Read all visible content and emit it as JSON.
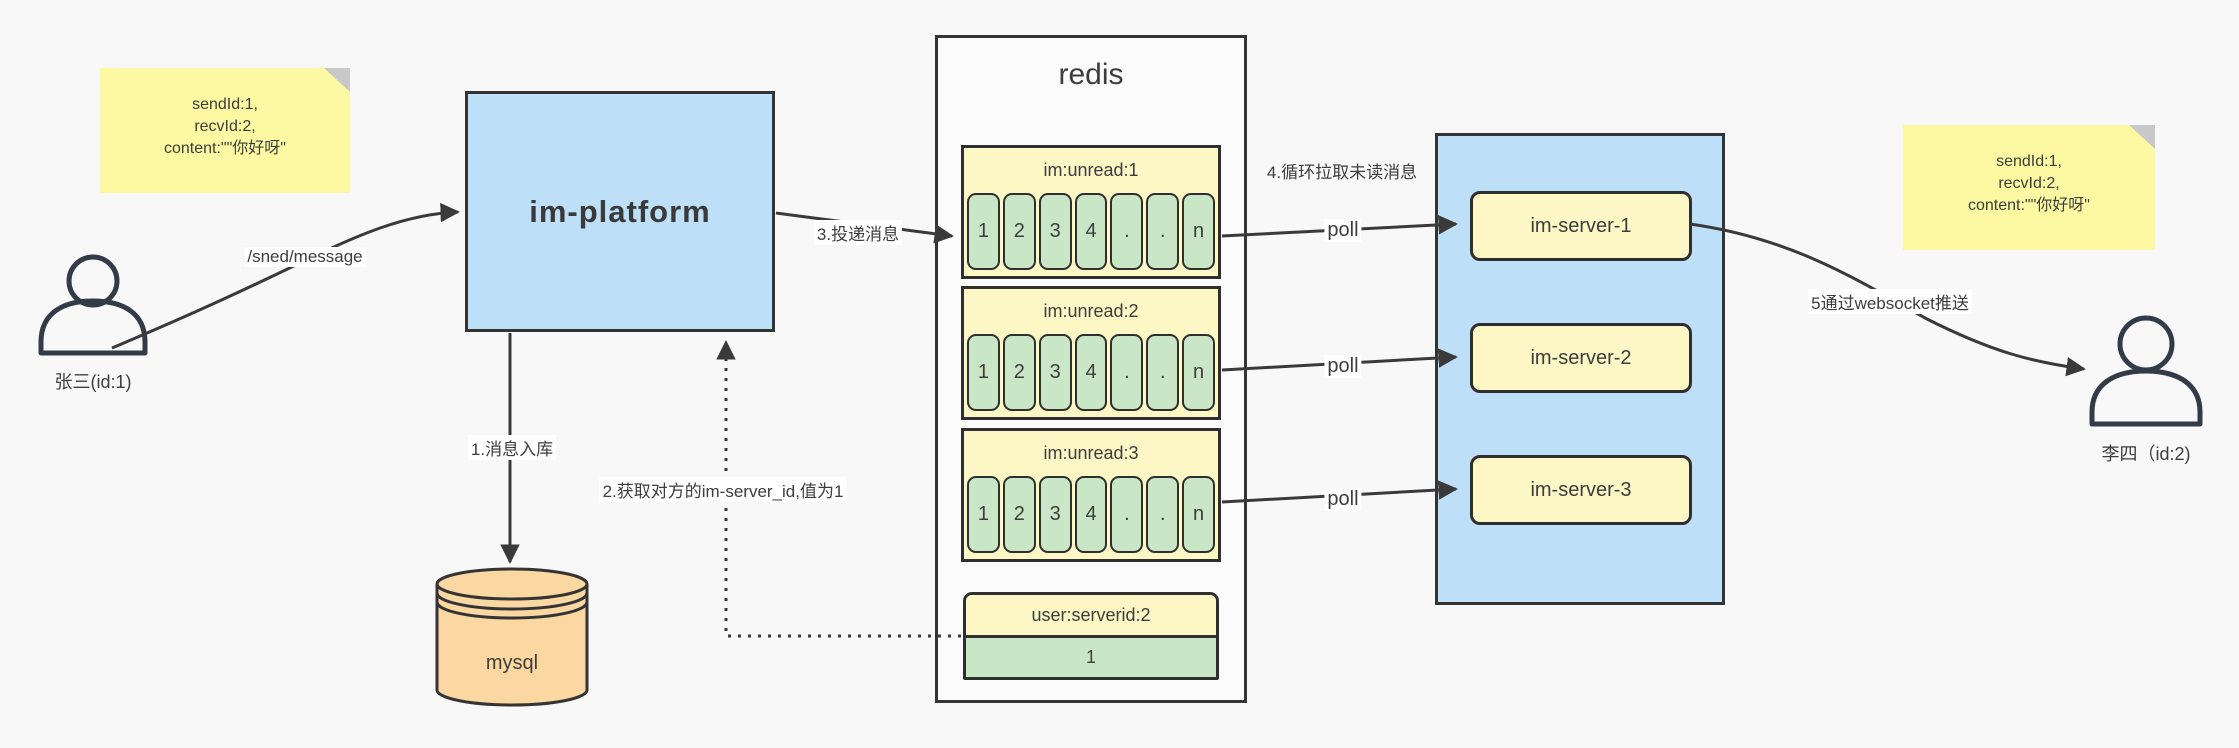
{
  "colors": {
    "background": "#f8f8f8",
    "shape_stroke": "#343434",
    "arrow": "#3a3a3a",
    "text": "#3d3d3d",
    "note_yellow": "#fdf9a3",
    "note_fold_gray": "#c8c8c8",
    "pale_yellow": "#fcf7c5",
    "cell_green": "#c9e7c6",
    "box_blue": "#bddff8",
    "mysql_orange": "#fbd7a2",
    "redis_fill": "#fbfbfb",
    "label_bg": "#ffffff"
  },
  "notes": {
    "sender": {
      "lines": [
        "sendId:1,",
        "recvId:2,",
        "content:\"\"你好呀\""
      ]
    },
    "receiver": {
      "lines": [
        "sendId:1,",
        "recvId:2,",
        "content:\"\"你好呀\""
      ]
    }
  },
  "actors": {
    "sender": {
      "label": "张三(id:1)"
    },
    "receiver": {
      "label": "李四（id:2)"
    }
  },
  "platform": {
    "label": "im-platform"
  },
  "database": {
    "label": "mysql"
  },
  "redis": {
    "title": "redis",
    "queues": [
      {
        "header": "im:unread:1",
        "cells": [
          "1",
          "2",
          "3",
          "4",
          ".",
          ".",
          "n"
        ]
      },
      {
        "header": "im:unread:2",
        "cells": [
          "1",
          "2",
          "3",
          "4",
          ".",
          ".",
          "n"
        ]
      },
      {
        "header": "im:unread:3",
        "cells": [
          "1",
          "2",
          "3",
          "4",
          ".",
          ".",
          "n"
        ]
      }
    ],
    "mapping": {
      "header": "user:serverid:2",
      "value": "1"
    }
  },
  "cluster": {
    "servers": [
      {
        "label": "im-server-1"
      },
      {
        "label": "im-server-2"
      },
      {
        "label": "im-server-3"
      }
    ]
  },
  "edges": {
    "send": "/sned/message",
    "step1": "1.消息入库",
    "step2": "2.获取对方的im-server_id,值为1",
    "step3": "3.投递消息",
    "step4": "4.循环拉取未读消息",
    "poll": "poll",
    "step5": "5通过websocket推送"
  }
}
